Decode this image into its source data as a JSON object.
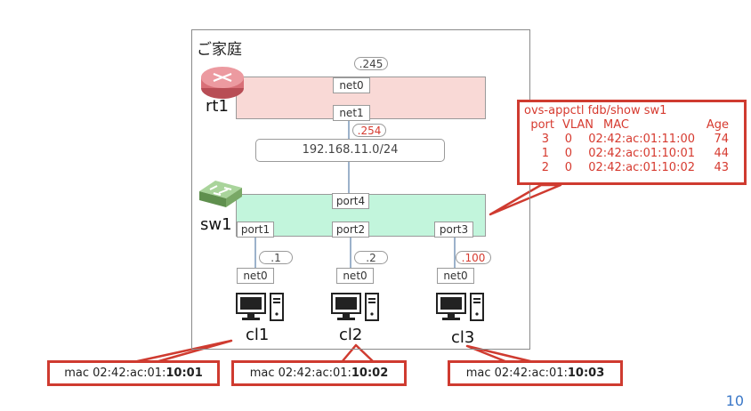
{
  "home": {
    "title": "ご家庭"
  },
  "router": {
    "label": "rt1",
    "net0_label": "net0",
    "net1_label": "net1",
    "net0_addr": ".245",
    "net1_addr": ".254"
  },
  "network": {
    "cidr": "192.168.11.0/24"
  },
  "switch": {
    "label": "sw1",
    "ports": [
      "port4",
      "port1",
      "port2",
      "port3"
    ]
  },
  "clients": [
    {
      "label": "cl1",
      "nic": "net0",
      "addr": ".1",
      "mac_prefix": "mac 02:42:ac:01:",
      "mac_suffix": "10:01"
    },
    {
      "label": "cl2",
      "nic": "net0",
      "addr": ".2",
      "mac_prefix": "mac 02:42:ac:01:",
      "mac_suffix": "10:02"
    },
    {
      "label": "cl3",
      "nic": "net0",
      "addr": ".100",
      "mac_prefix": "mac 02:42:ac:01:",
      "mac_suffix": "10:03"
    }
  ],
  "fdb": {
    "command": "ovs-appctl fdb/show sw1",
    "header": {
      "port": "port",
      "vlan": "VLAN",
      "mac": "MAC",
      "age": "Age"
    },
    "rows": [
      {
        "port": "3",
        "vlan": "0",
        "mac": "02:42:ac:01:11:00",
        "age": "74"
      },
      {
        "port": "1",
        "vlan": "0",
        "mac": "02:42:ac:01:10:01",
        "age": "44"
      },
      {
        "port": "2",
        "vlan": "0",
        "mac": "02:42:ac:01:10:02",
        "age": "43"
      }
    ]
  },
  "colors": {
    "router_fill": "#f9d9d6",
    "switch_fill": "#c2f5dc",
    "callout": "#cf3b30",
    "highlight_text": "#d63a2f",
    "link": "#5a7fa8"
  },
  "page_number": "10"
}
